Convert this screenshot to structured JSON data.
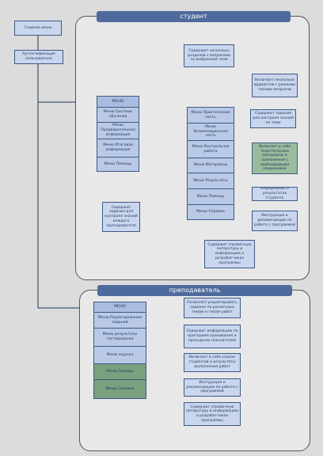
{
  "left": {
    "main_menu": "Главное меню",
    "auth": "Аутентификация пользователя"
  },
  "student": {
    "title": "студент",
    "menu": {
      "title": "МЕНЮ",
      "items": [
        "Меню Системы обучения",
        "Меню Предварительная информация",
        "Меню Итоговая информация",
        "Меню Помощь"
      ]
    },
    "menu_note": "Содержит задания для контроля знаний каждого преподавателя",
    "submenu": {
      "items": [
        "Меню Практическая часть",
        "Меню Экзаменационная часть",
        "Меню Контрольная работа",
        "Меню Материалы",
        "Меню Результаты",
        "Меню Помощь",
        "Меню Справки"
      ]
    },
    "notes": [
      "Содержит несколько разделов с вопросами по выбранной теме",
      "Включает несколько вариантов с разными типами вопросов",
      "Содержит задания для контроля знаний по теме",
      "Включает в себя теоретические материалы и приложения с необходимыми сведениями",
      "Информация о результатах студента",
      "Инструкция и рекомендации по работе с программой",
      "Содержит справочную литературу и информацию о разработчиках программы"
    ]
  },
  "teacher": {
    "title": "преподаватель",
    "menu": {
      "title": "МЕНЮ",
      "items": [
        "Меню Редактирования заданий",
        "Меню результаты тестирования",
        "Меню журнал",
        "Меню Помощь",
        "Меню Справки"
      ]
    },
    "notes": [
      "Позволяет редактировать задания по различным темам и типам работ",
      "Содержит информацию по критериям оценивания и проходным показателям",
      "Включает в себя список студентов и результаты выполнения работ",
      "Инструкция и рекомендации по работе с программой",
      "Содержит справочную литературу и информацию о разработчиках программы"
    ]
  }
}
